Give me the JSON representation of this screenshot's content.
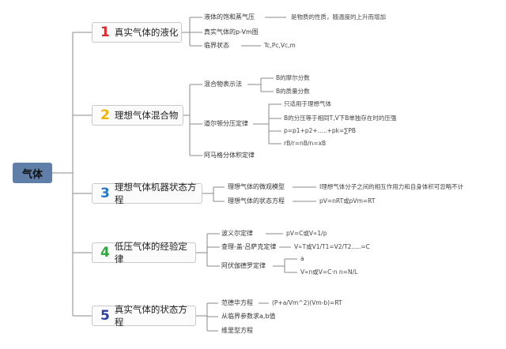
{
  "root": {
    "label": "气体"
  },
  "branches": [
    {
      "num": "1",
      "num_color": "#e0282c",
      "title": "真实气体的液化",
      "items": [
        {
          "label": "液体的饱和蒸气压",
          "value": "是物质的性质，随温度的上升而增加"
        },
        {
          "label": "真实气体的p-Vm图"
        },
        {
          "label": "临界状态",
          "value": "Tc,Pc,Vc,m"
        }
      ]
    },
    {
      "num": "2",
      "num_color": "#f0b400",
      "title": "理想气体混合物",
      "items": [
        {
          "label": "混合物表示法",
          "children": [
            "B的摩尔分数",
            "B的质量分数"
          ]
        },
        {
          "label": "道尔顿分压定律",
          "children": [
            "只适用于理想气体",
            "B的分压等于相同T,V下B单独存在时的压强",
            "p=p1+p2+.....+pk=∑PB",
            "rB/r=nB/n=xB"
          ]
        },
        {
          "label": "阿马格分体积定律"
        }
      ]
    },
    {
      "num": "3",
      "num_color": "#1f78c8",
      "title": "理想气体机器状态方程",
      "items": [
        {
          "label": "理想气体的微观模型",
          "value": "I理想气体分子之间的相互作用力和自身体积可忽略不计"
        },
        {
          "label": "理想气体的状态方程",
          "value": "pV=nRT或pVm=RT"
        }
      ]
    },
    {
      "num": "4",
      "num_color": "#2eaa3a",
      "title": "低压气体的经验定律",
      "items": [
        {
          "label": "波义尔定律",
          "value": "pV=C或V∝1/p"
        },
        {
          "label": "查理-盖·吕萨克定律",
          "value": "V∝T或V1/T1=V2/T2.....=C"
        },
        {
          "label": "阿伏伽德罗定律",
          "children": [
            "a",
            "V∝n或V=C·n n=N/L"
          ]
        }
      ]
    },
    {
      "num": "5",
      "num_color": "#2a3f9e",
      "title": "真实气体的状态方程",
      "items": [
        {
          "label": "范德华方程",
          "value": "(P+a/Vm^2)(Vm-b)=RT"
        },
        {
          "label": "从临界参数求a,b值"
        },
        {
          "label": "维里型方程"
        }
      ]
    }
  ]
}
